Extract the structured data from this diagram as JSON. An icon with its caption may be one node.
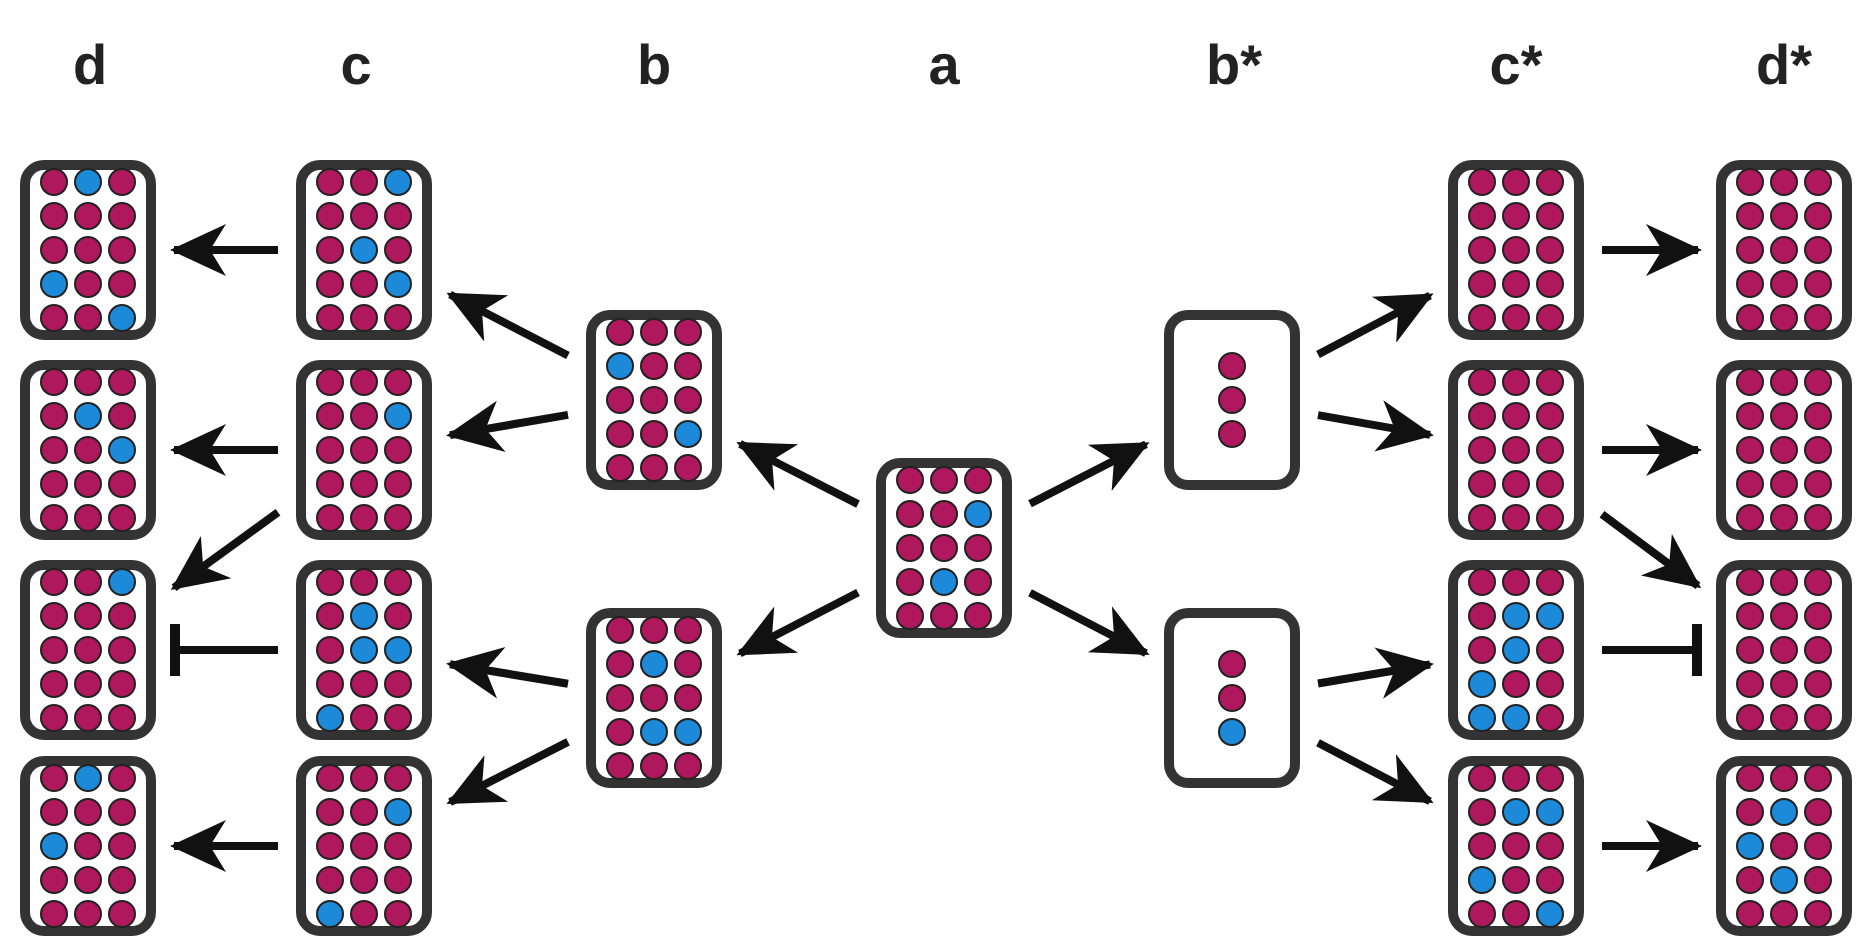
{
  "diagram": {
    "nodes": [
      {
        "text": [],
        "shape": "box"
      },
      {
        "text": [],
        "shape": "box"
      },
      {
        "text": [],
        "shape": "box"
      },
      {
        "text": [],
        "shape": "box"
      },
      {
        "text": [],
        "shape": "box"
      },
      {
        "text": [],
        "shape": "box"
      },
      {
        "text": [],
        "shape": "box"
      },
      {
        "text": [],
        "shape": "box"
      },
      {
        "text": [],
        "shape": "box"
      },
      {
        "text": [],
        "shape": "box"
      },
      {
        "text": [],
        "shape": "box"
      },
      {
        "text": [],
        "shape": "box"
      },
      {
        "text": [],
        "shape": "box"
      },
      {
        "text": [],
        "shape": "box"
      },
      {
        "text": [],
        "shape": "box"
      },
      {
        "text": [],
        "shape": "box"
      },
      {
        "text": [],
        "shape": "box"
      },
      {
        "text": [],
        "shape": "box"
      },
      {
        "text": [],
        "shape": "box"
      },
      {
        "text": [],
        "shape": "box"
      },
      {
        "text": [],
        "shape": "box"
      }
    ],
    "edges": [
      {
        "from": 0,
        "to": 1,
        "arrow": "to"
      },
      {
        "from": 0,
        "to": 2,
        "arrow": "to"
      },
      {
        "from": 0,
        "to": 3,
        "arrow": "to"
      },
      {
        "from": 0,
        "to": 4,
        "arrow": "to"
      },
      {
        "from": 1,
        "to": 5,
        "arrow": "to"
      },
      {
        "from": 1,
        "to": 6,
        "arrow": "to"
      },
      {
        "from": 2,
        "to": 7,
        "arrow": "to"
      },
      {
        "from": 2,
        "to": 8,
        "arrow": "to"
      },
      {
        "from": 5,
        "to": 9,
        "arrow": "to"
      },
      {
        "from": 6,
        "to": 10,
        "arrow": "to"
      },
      {
        "from": 6,
        "to": 11,
        "arrow": "to"
      },
      {
        "from": 7,
        "to": 11,
        "arrow": "other"
      },
      {
        "from": 8,
        "to": 12,
        "arrow": "to"
      },
      {
        "from": 3,
        "to": 13,
        "arrow": "to"
      },
      {
        "from": 3,
        "to": 14,
        "arrow": "to"
      },
      {
        "from": 4,
        "to": 15,
        "arrow": "to"
      },
      {
        "from": 4,
        "to": 16,
        "arrow": "to"
      },
      {
        "from": 13,
        "to": 17,
        "arrow": "to"
      },
      {
        "from": 14,
        "to": 18,
        "arrow": "to"
      },
      {
        "from": 14,
        "to": 19,
        "arrow": "to"
      },
      {
        "from": 15,
        "to": 19,
        "arrow": "other"
      },
      {
        "from": 16,
        "to": 20,
        "arrow": "to"
      }
    ],
    "labels": [
      "d",
      "c",
      "b",
      "a",
      "b*",
      "c*",
      "d*"
    ]
  }
}
